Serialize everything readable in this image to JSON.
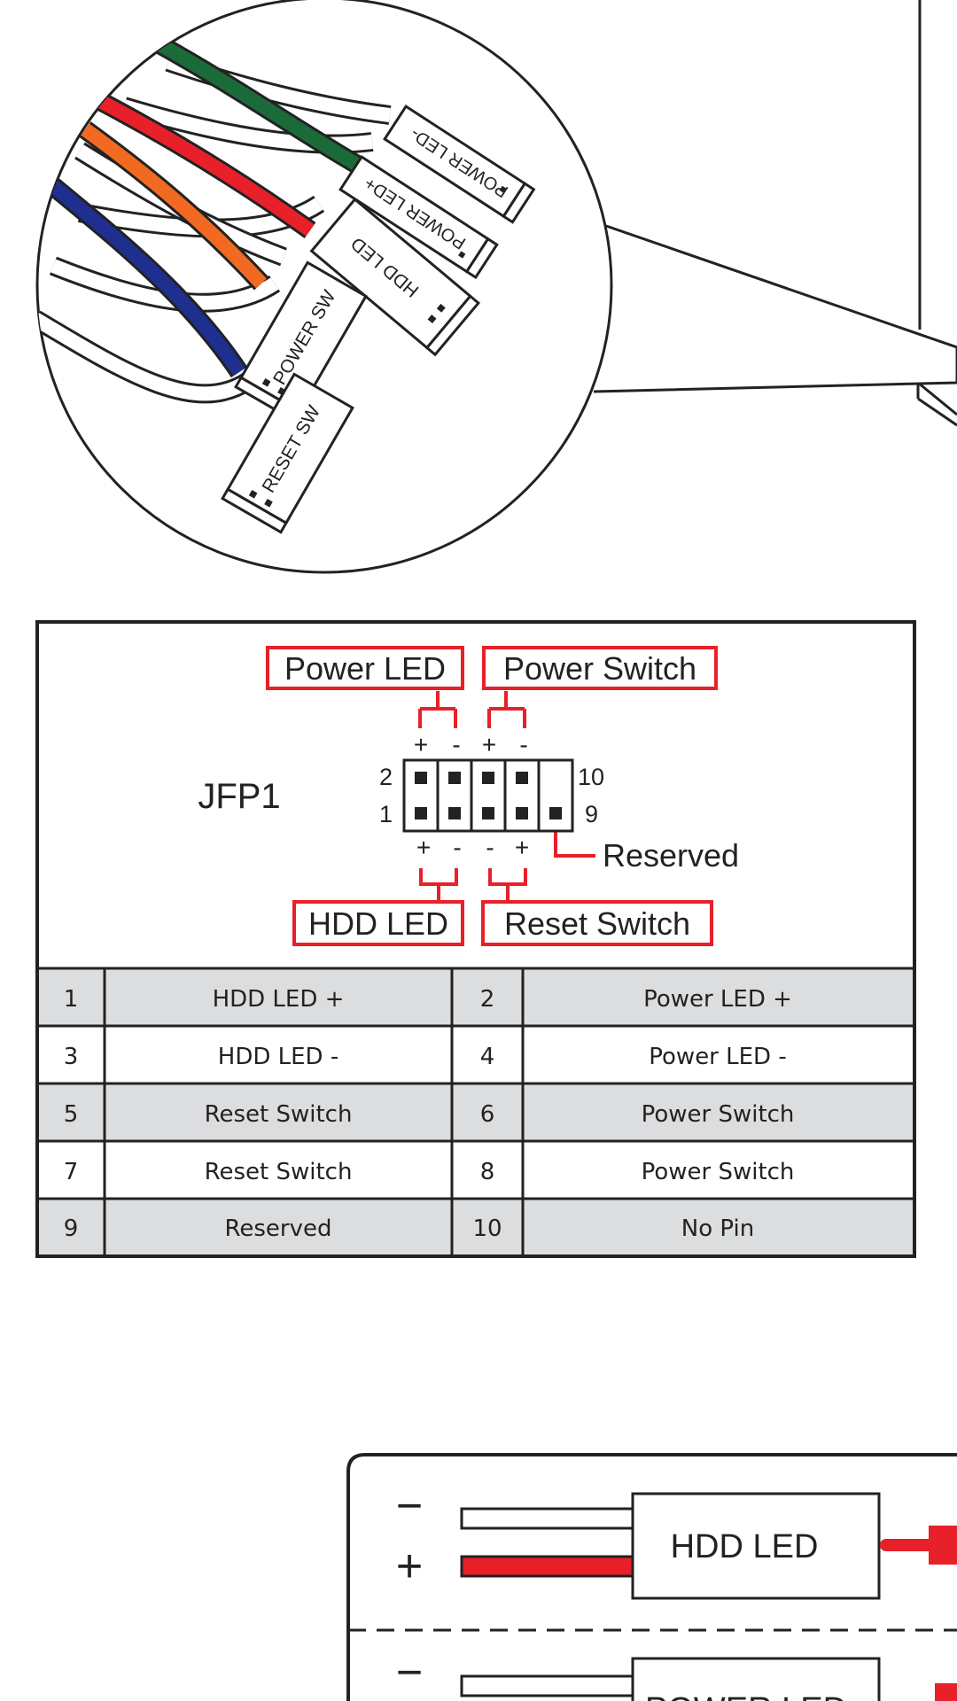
{
  "magnifier": {
    "connectors": [
      {
        "label": "POWER LED-",
        "wire_color": "#1b6b3a"
      },
      {
        "label": "POWER LED+",
        "wire_color": "#e8202a"
      },
      {
        "label": "HDD LED",
        "wire_color": "#ffffff"
      },
      {
        "label": "POWER SW",
        "wire_color": "#f26a21"
      },
      {
        "label": "RESET SW",
        "wire_color": "#1e2f8f"
      }
    ]
  },
  "header_diagram": {
    "name": "JFP1",
    "callouts": {
      "power_led": "Power LED",
      "power_switch": "Power Switch",
      "hdd_led": "HDD LED",
      "reset_switch": "Reset Switch",
      "reserved": "Reserved"
    },
    "pin_numbers": {
      "top_left": "2",
      "bottom_left": "1",
      "top_right": "10",
      "bottom_right": "9"
    },
    "top_polarity": [
      "+",
      "-",
      "+",
      "-"
    ],
    "bottom_polarity": [
      "+",
      "-",
      "-",
      "+"
    ],
    "accent_color": "#e8202a"
  },
  "pin_table": {
    "rows": [
      {
        "pin_a": "1",
        "desc_a": "HDD LED +",
        "pin_b": "2",
        "desc_b": "Power LED +",
        "shaded": true
      },
      {
        "pin_a": "3",
        "desc_a": "HDD LED -",
        "pin_b": "4",
        "desc_b": "Power LED -",
        "shaded": false
      },
      {
        "pin_a": "5",
        "desc_a": "Reset Switch",
        "pin_b": "6",
        "desc_b": "Power Switch",
        "shaded": true
      },
      {
        "pin_a": "7",
        "desc_a": "Reset Switch",
        "pin_b": "8",
        "desc_b": "Power Switch",
        "shaded": false
      },
      {
        "pin_a": "9",
        "desc_a": "Reserved",
        "pin_b": "10",
        "desc_b": "No Pin",
        "shaded": true
      }
    ]
  },
  "lower_panel": {
    "rows": [
      {
        "minus": "−",
        "plus": "+",
        "label": "HDD LED"
      },
      {
        "minus": "−",
        "label": "POWER LED"
      }
    ]
  }
}
